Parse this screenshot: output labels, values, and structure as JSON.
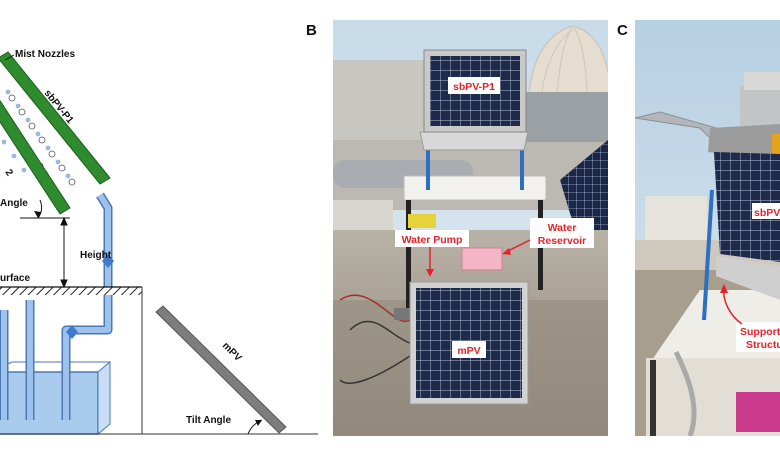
{
  "colors": {
    "panel_green": "#2e8b2e",
    "water_blue": "#9cc4e8",
    "pipe_blue": "#8fb8e6",
    "mpv_gray": "#7d7d7d",
    "label_red": "#e8202a",
    "sky": "#bcd4e6"
  },
  "panel_a": {
    "mist_nozzles": "Mist Nozzles",
    "sbpv_p1": "sbPV-P1",
    "p2_fragment": "2",
    "angle": "Angle",
    "height": "Height",
    "surface": "urface",
    "mpv": "mPV",
    "tilt_angle": "Tilt Angle"
  },
  "panel_b": {
    "letter": "B",
    "sbpv_p1": "sbPV-P1",
    "water_pump": "Water Pump",
    "water_reservoir_line1": "Water",
    "water_reservoir_line2": "Reservoir",
    "mpv": "mPV"
  },
  "panel_c": {
    "letter": "C",
    "sbpv_fragment": "sbPV-",
    "support_line1": "Support",
    "support_line2": "Structu"
  }
}
